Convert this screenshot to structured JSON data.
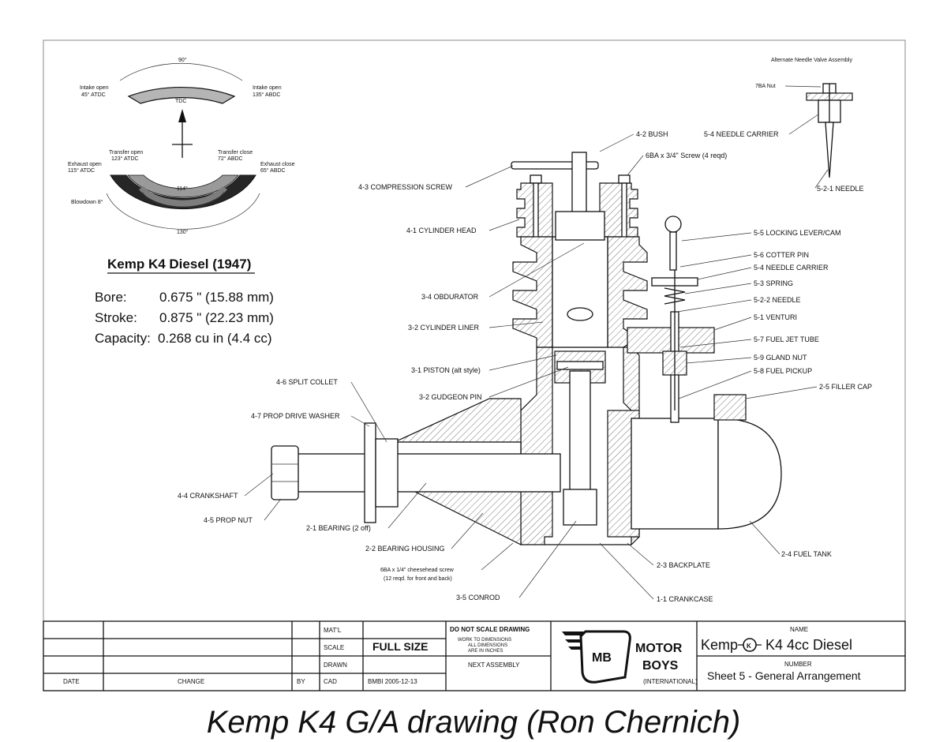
{
  "timing_diagram": {
    "top_angle": "90°",
    "intake_open": [
      "Intake open",
      "45° ATDC"
    ],
    "intake_close": [
      "Intake open",
      "135° ABDC"
    ],
    "tdc": "TDC",
    "transfer_open": [
      "Transfer open",
      "123° ATDC"
    ],
    "transfer_close": [
      "Transfer close",
      "72° ABDC"
    ],
    "exhaust_open": [
      "Exhaust open",
      "115° ATDC"
    ],
    "exhaust_close": [
      "Exhaust close",
      "65° ABDC"
    ],
    "inner_angle": "114°",
    "blowdown": "Blowdown 8°",
    "bottom_angle": "130°",
    "colors": {
      "intake": "#b5b5b5",
      "transfer": "#9a9a9a",
      "exhaust": "#262626",
      "transfer_inner": "#7d7d7d"
    }
  },
  "specs": {
    "title": "Kemp K4 Diesel (1947)",
    "rows": [
      {
        "label": "Bore:",
        "value": "0.675 \" (15.88 mm)"
      },
      {
        "label": "Stroke:",
        "value": "0.875 \" (22.23 mm)"
      },
      {
        "label": "Capacity:",
        "value": "0.268 cu in (4.4 cc)"
      }
    ]
  },
  "alt_needle": {
    "title": "Alternate Needle Valve Assembly",
    "nut": "7BA Nut",
    "carrier": "5-4  NEEDLE CARRIER",
    "needle": "5-2-1  NEEDLE"
  },
  "callouts": {
    "bush": "4-2  BUSH",
    "screw": "6BA x 3/4\" Screw (4 reqd)",
    "compression_screw": "4-3  COMPRESSION SCREW",
    "cylinder_head": "4-1  CYLINDER HEAD",
    "obdurator": "3-4  OBDURATOR",
    "cylinder_liner": "3-2  CYLINDER LINER",
    "piston": "3-1  PISTON (alt style)",
    "gudgeon_pin": "3-2  GUDGEON PIN",
    "split_collet": "4-6  SPLIT COLLET",
    "prop_washer": "4-7  PROP DRIVE WASHER",
    "crankshaft": "4-4  CRANKSHAFT",
    "prop_nut": "4-5  PROP NUT",
    "bearing": "2-1  BEARING (2 off)",
    "bearing_housing": "2-2  BEARING HOUSING",
    "cheesehead_1": "6BA x 1/4\" cheesehead screw",
    "cheesehead_2": "(12 reqd. for front and back)",
    "conrod": "3-5  CONROD",
    "crankcase": "1-1  CRANKCASE",
    "backplate": "2-3  BACKPLATE",
    "fuel_tank": "2-4  FUEL TANK",
    "filler_cap": "2-5  FILLER CAP",
    "fuel_pickup": "5-8  FUEL PICKUP",
    "gland_nut": "5-9  GLAND NUT",
    "fuel_jet_tube": "5-7  FUEL JET TUBE",
    "venturi": "5-1  VENTURI",
    "needle": "5-2-2  NEEDLE",
    "spring": "5-3  SPRING",
    "needle_carrier": "5-4  NEEDLE CARRIER",
    "cotter_pin": "5-6  COTTER PIN",
    "locking_lever": "5-5  LOCKING LEVER/CAM"
  },
  "title_block": {
    "date": "DATE",
    "change": "CHANGE",
    "by": "BY",
    "matl": "MAT'L",
    "scale": "SCALE",
    "drawn": "DRAWN",
    "cad": "CAD",
    "scale_value": "FULL SIZE",
    "cad_value": "BMBI 2005-12-13",
    "dns": "DO NOT SCALE DRAWING",
    "dns_note_1": "WORK TO DIMENSIONS",
    "dns_note_2": "ALL DIMENSIONS",
    "dns_note_3": "ARE IN INCHES",
    "next_assembly": "NEXT ASSEMBLY",
    "logo_mb": "MB",
    "logo_motor": "MOTOR",
    "logo_boys": "BOYS",
    "logo_intl": "(INTERNATIONAL)",
    "name_label": "NAME",
    "name_left": "Kemp",
    "name_badge": "K",
    "name_right": "K4  4cc Diesel",
    "number_label": "NUMBER",
    "number_value": "Sheet 5 - General Arrangement"
  },
  "caption": "Kemp K4 G/A drawing (Ron Chernich)"
}
